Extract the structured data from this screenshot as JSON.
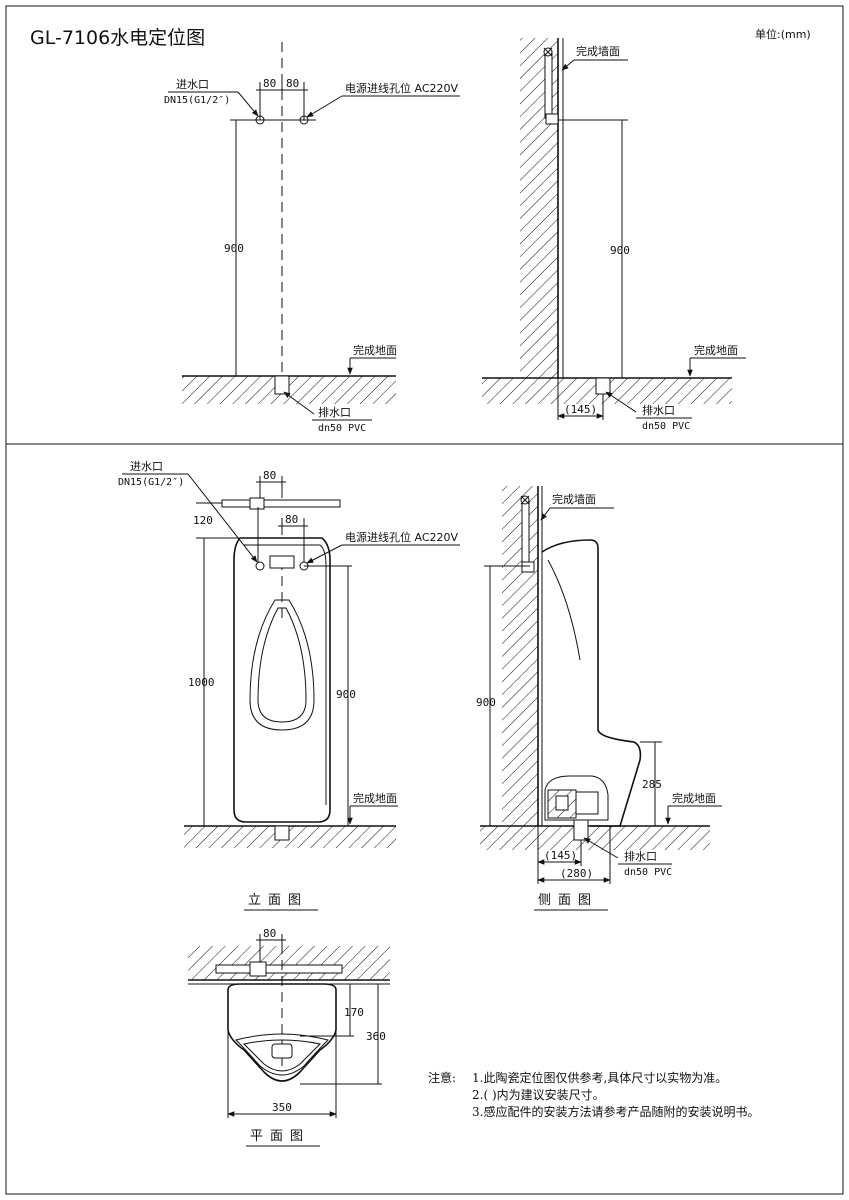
{
  "title": "GL-7106水电定位图",
  "unit": "单位:(mm)",
  "labels": {
    "inlet": "进水口",
    "inlet_spec": "DN15(G1/2″)",
    "power": "电源进线孔位 AC220V",
    "floor": "完成地面",
    "wall": "完成墙面",
    "drain": "排水口",
    "drain_spec": "dn50 PVC"
  },
  "dims": {
    "d80": "80",
    "d900": "900",
    "d145": "(145)",
    "d120": "120",
    "d1000": "1000",
    "d285": "285",
    "d280": "(280)",
    "d170": "170",
    "d360": "360",
    "d350": "350"
  },
  "captions": {
    "front": "立面图",
    "side": "侧面图",
    "plan": "平面图"
  },
  "notes": {
    "prefix": "注意:",
    "items": [
      "1.此陶瓷定位图仅供参考,具体尺寸以实物为准。",
      "2.( )内为建议安装尺寸。",
      "3.感应配件的安装方法请参考产品随附的安装说明书。"
    ]
  }
}
